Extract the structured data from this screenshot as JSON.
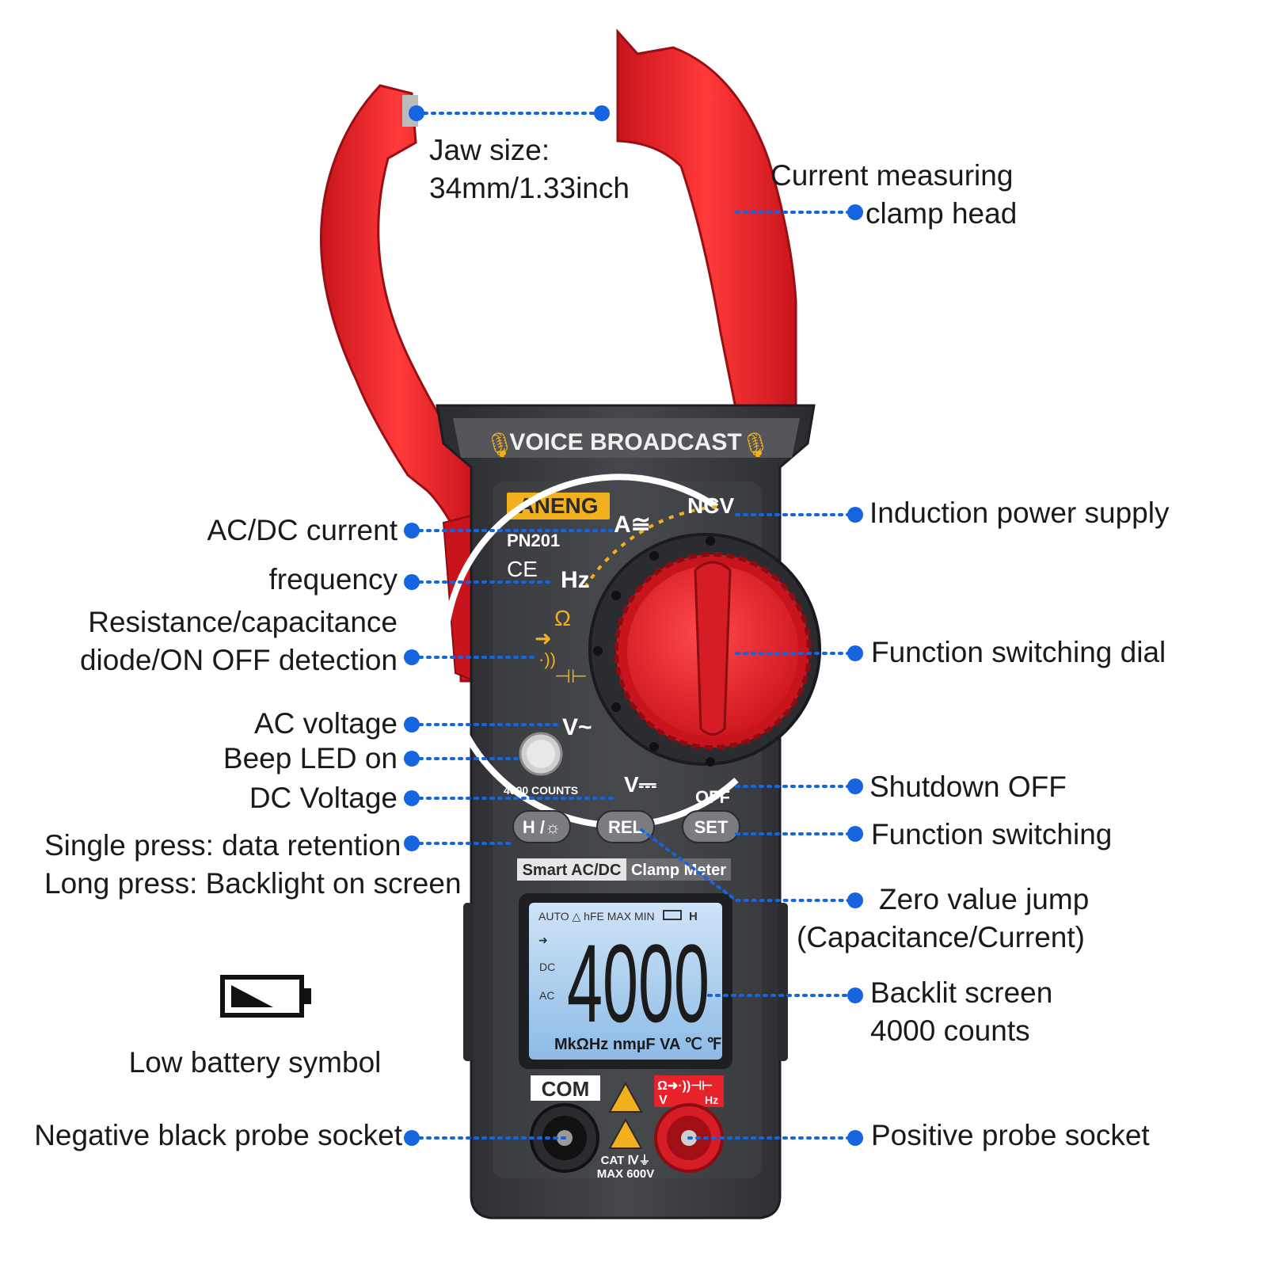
{
  "device": {
    "banner": "VOICE BROADCAST",
    "brand": "ANENG",
    "model": "PN201",
    "ce_mark": "CE",
    "counts_label": "4000 COUNTS",
    "subtitle_left": "Smart AC/DC",
    "subtitle_right": "Clamp Meter",
    "dial_labels": {
      "ncv": "NCV",
      "amps": "A≅",
      "hz": "Hz",
      "ohm": "Ω",
      "vac": "V~",
      "vdc": "V⎓",
      "off": "OFF"
    },
    "buttons": {
      "hold": "H /☼",
      "rel": "REL",
      "set": "SET"
    },
    "lcd": {
      "top_row": "AUTO △ hFE MAX MIN",
      "hold_flag": "H",
      "reading": "4000",
      "left_flags": [
        "DC",
        "AC"
      ],
      "units": "MkΩHz nmµF VA ℃ ℉"
    },
    "sockets": {
      "com": "COM",
      "pos_top": "Ω➜·))⊣⊢",
      "pos_v": "V",
      "pos_hz": "Hz",
      "cat": "CAT Ⅳ⏚",
      "max": "MAX 600V"
    }
  },
  "callouts": {
    "jaw_size": [
      "Jaw size:",
      "34mm/1.33inch"
    ],
    "clamp_head": [
      "Current measuring",
      "clamp head"
    ],
    "induction": "Induction power supply",
    "acdc_current": "AC/DC current",
    "frequency": "frequency",
    "resistance": [
      "Resistance/capacitance",
      "diode/ON OFF detection"
    ],
    "dial": "Function switching dial",
    "ac_voltage": "AC voltage",
    "beep": "Beep LED on",
    "dc_voltage": "DC Voltage",
    "shutdown": "Shutdown  OFF",
    "hold_btn": [
      "Single press: data retention",
      "Long press: Backlight on screen"
    ],
    "set_btn": "Function switching",
    "rel_btn": [
      "Zero value jump",
      "(Capacitance/Current)"
    ],
    "backlit": [
      "Backlit screen",
      "4000 counts"
    ],
    "low_battery": "Low battery symbol",
    "neg_socket": "Negative black probe socket",
    "pos_socket": "Positive probe socket"
  },
  "colors": {
    "jaw_red": "#e8222a",
    "body_dark": "#3b3d42",
    "accent_yellow": "#f2b01e",
    "dot_blue": "#1565e0",
    "lcd_blue": "#9fc9ee"
  }
}
